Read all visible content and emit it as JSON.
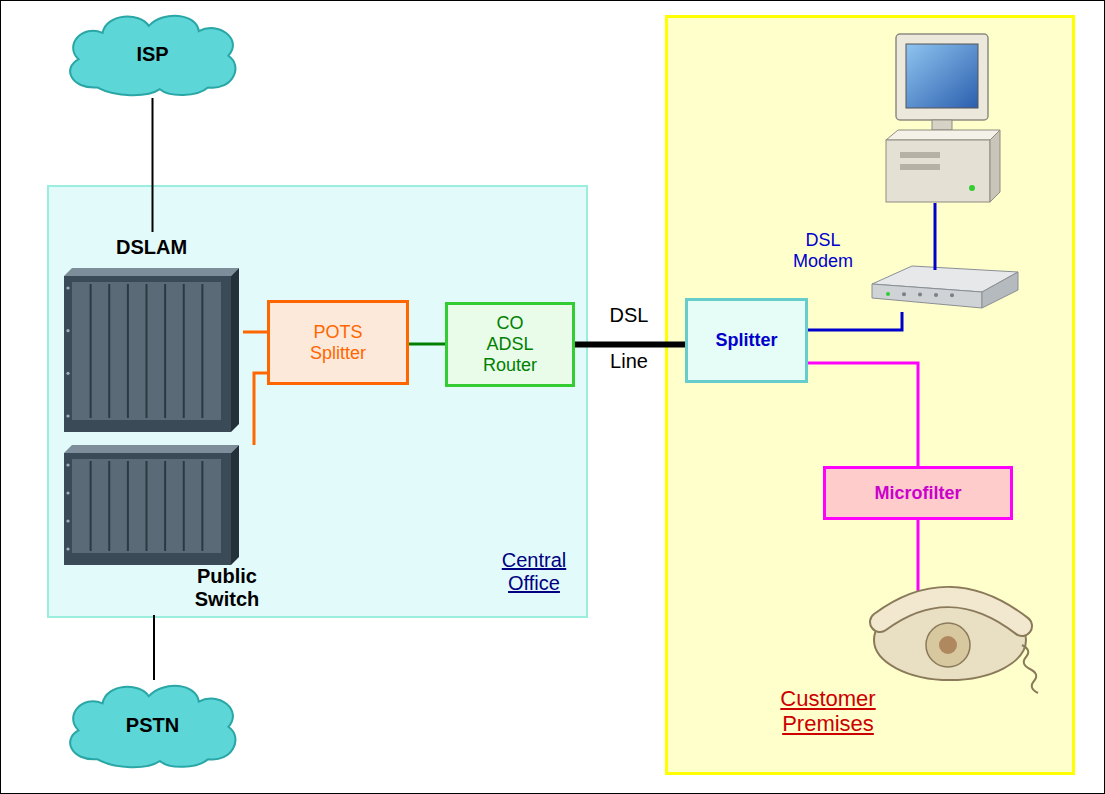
{
  "diagram": {
    "nodes": [
      {
        "text": [
          "ISP"
        ]
      },
      {
        "text": [
          "Central Office"
        ]
      },
      {
        "text": [
          "DSLAM"
        ],
        "in": 1
      },
      {
        "text": [
          "POTS Splitter"
        ],
        "in": 1
      },
      {
        "text": [
          "CO ADSL Router"
        ],
        "in": 1
      },
      {
        "text": [
          "Public Switch"
        ],
        "in": 1
      },
      {
        "text": [
          "Customer Premises"
        ]
      },
      {
        "text": [
          "DSL Modem"
        ],
        "in": 6
      },
      {
        "text": [
          "Splitter"
        ],
        "in": 6
      },
      {
        "text": [
          "Microfilter"
        ],
        "in": 6
      },
      {
        "text": [
          "PSTN"
        ]
      }
    ],
    "edges": [
      {
        "from": 0,
        "to": 2,
        "arrow": "none"
      },
      {
        "from": 2,
        "to": 3,
        "arrow": "none"
      },
      {
        "from": 5,
        "to": 3,
        "arrow": "none"
      },
      {
        "from": 3,
        "to": 4,
        "arrow": "none"
      },
      {
        "from": 4,
        "to": 8,
        "arrow": "none"
      },
      {
        "from": 8,
        "to": 7,
        "arrow": "none"
      },
      {
        "from": 8,
        "to": 9,
        "arrow": "none"
      },
      {
        "from": 5,
        "to": 10,
        "arrow": "none"
      }
    ],
    "labels": [
      "DSL",
      "Line"
    ]
  }
}
